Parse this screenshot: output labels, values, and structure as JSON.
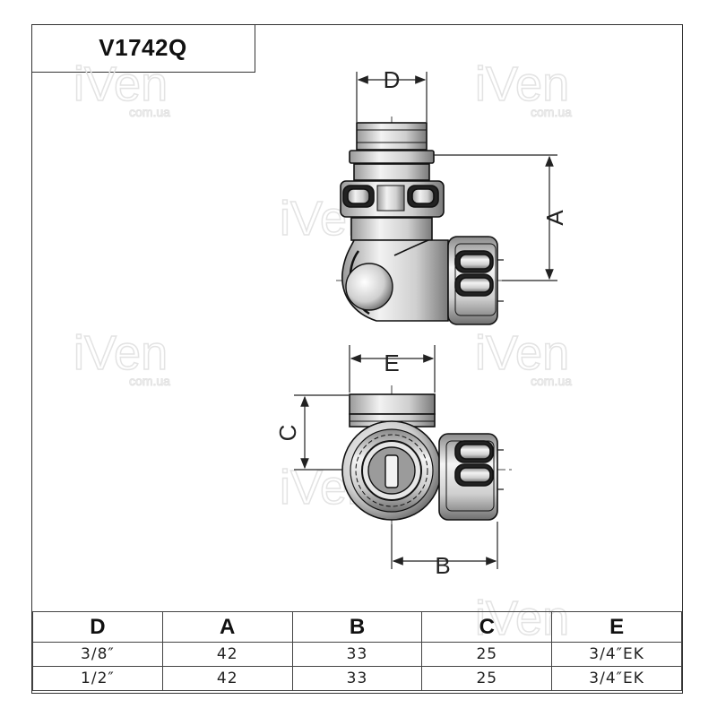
{
  "title": "V1742Q",
  "watermark": {
    "brand": "iVen",
    "domain": "com.ua"
  },
  "dimensions": {
    "d": "D",
    "a": "A",
    "e": "E",
    "c": "C",
    "b": "B"
  },
  "table": {
    "headers": [
      "D",
      "A",
      "B",
      "C",
      "E"
    ],
    "rows": [
      [
        "3/8″",
        "42",
        "33",
        "25",
        "3/4″EK"
      ],
      [
        "1/2″",
        "42",
        "33",
        "25",
        "3/4″EK"
      ]
    ]
  }
}
